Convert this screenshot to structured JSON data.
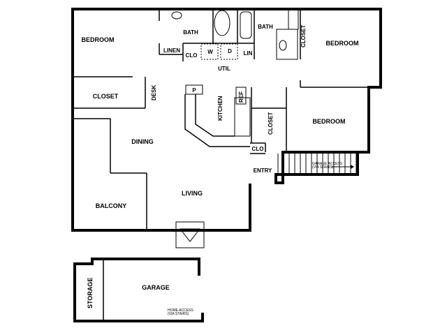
{
  "rooms": {
    "bedroom_left": "BEDROOM",
    "bath_left": "BATH",
    "bath_right": "BATH",
    "closet_right_top": "CLOSET",
    "bedroom_right": "BEDROOM",
    "linen": "LINEN",
    "clo_util": "CLO",
    "washer": "W",
    "dryer": "D",
    "lin": "LIN",
    "util": "UTIL",
    "closet_left": "CLOSET",
    "desk": "DESK",
    "pantry": "P",
    "kitchen": "KITCHEN",
    "ref": "REF",
    "closet_mid": "CLOSET",
    "bedroom_lower_right": "BEDROOM",
    "dining": "DINING",
    "clo_entry": "CLO",
    "entry": "ENTRY",
    "garage_access": [
      "GARAGE ACCESS",
      "(VIA STAIRS)"
    ],
    "living": "LIVING",
    "balcony": "BALCONY",
    "storage": "STORAGE",
    "garage": "GARAGE",
    "home_access": [
      "HOME ACCESS",
      "(VIA STAIRS)"
    ]
  }
}
